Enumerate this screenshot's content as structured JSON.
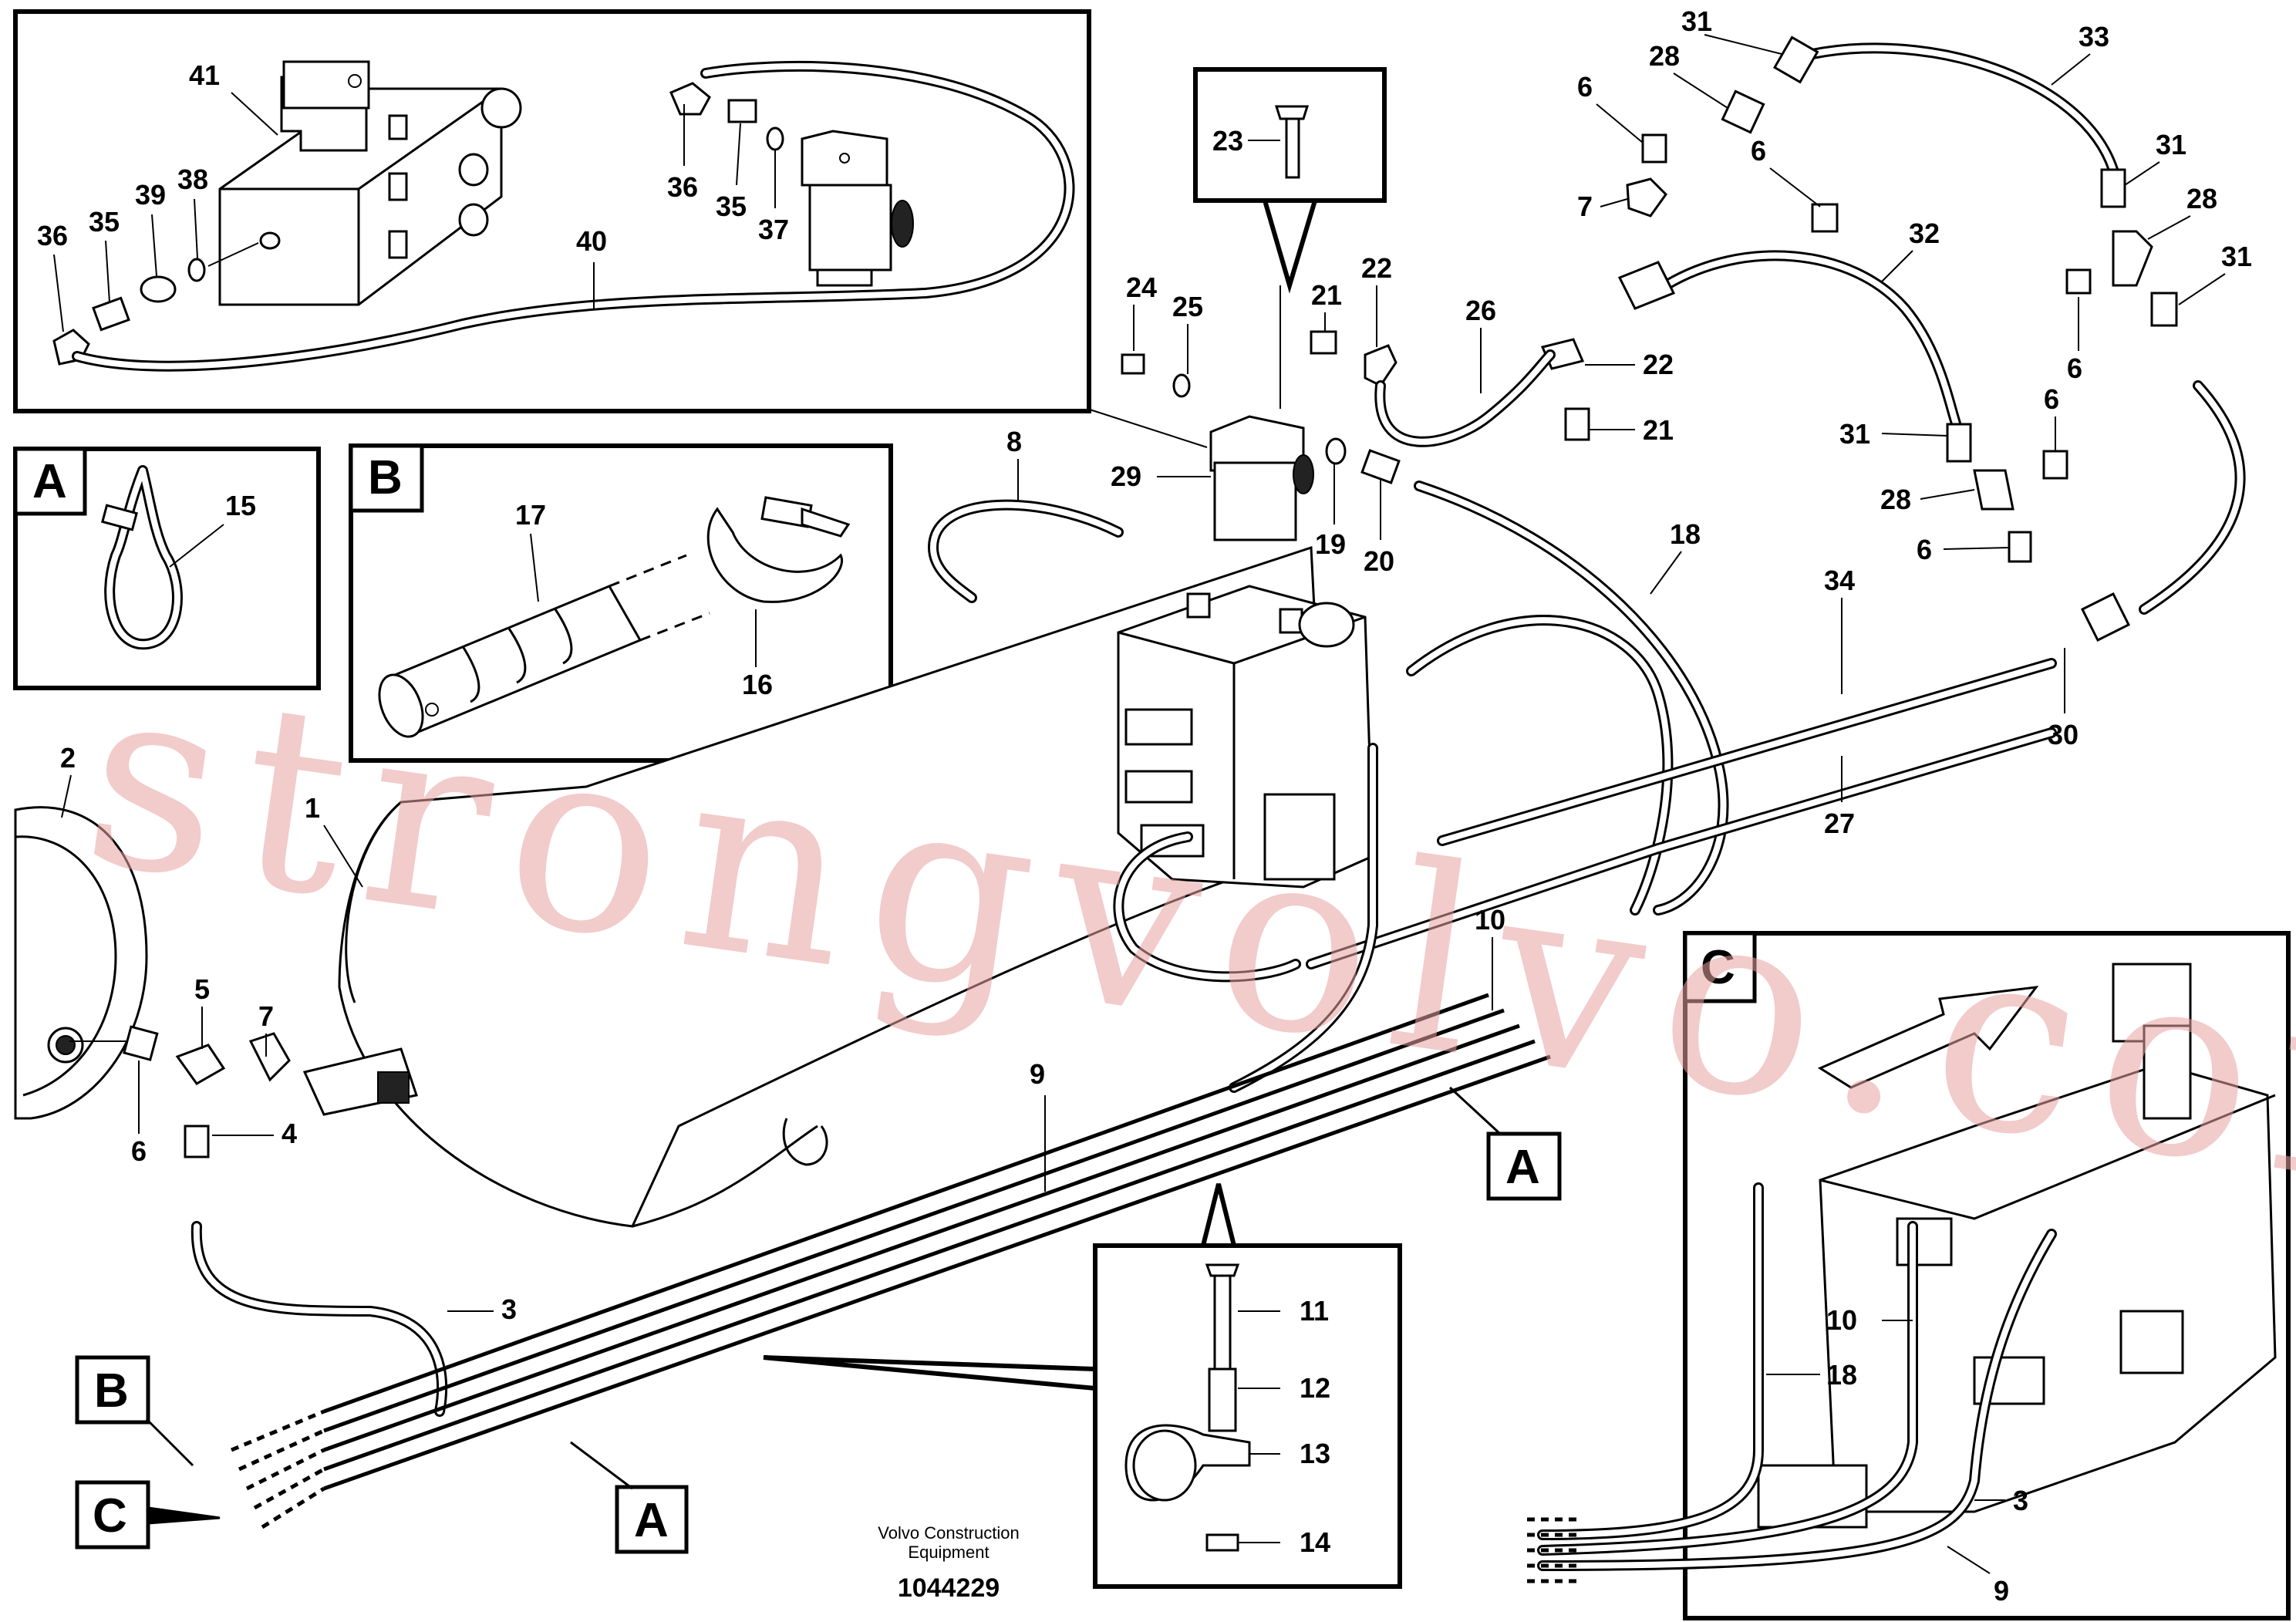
{
  "callouts": {
    "c1": "1",
    "c2": "2",
    "c3a": "3",
    "c3b": "3",
    "c4": "4",
    "c5": "5",
    "c6a": "6",
    "c6b": "6",
    "c6c": "6",
    "c6d": "6",
    "c6e": "6",
    "c6f": "6",
    "c7a": "7",
    "c7b": "7",
    "c8": "8",
    "c9a": "9",
    "c9b": "9",
    "c10a": "10",
    "c10b": "10",
    "c11": "11",
    "c12": "12",
    "c13": "13",
    "c14": "14",
    "c15": "15",
    "c16": "16",
    "c17": "17",
    "c18a": "18",
    "c18b": "18",
    "c19": "19",
    "c20": "20",
    "c21a": "21",
    "c21b": "21",
    "c22a": "22",
    "c22b": "22",
    "c23": "23",
    "c24": "24",
    "c25": "25",
    "c26": "26",
    "c27": "27",
    "c28a": "28",
    "c28b": "28",
    "c28c": "28",
    "c29": "29",
    "c30": "30",
    "c31a": "31",
    "c31b": "31",
    "c31c": "31",
    "c31d": "31",
    "c32": "32",
    "c33": "33",
    "c34": "34",
    "c35a": "35",
    "c35b": "35",
    "c36a": "36",
    "c36b": "36",
    "c37": "37",
    "c38": "38",
    "c39": "39",
    "c40": "40",
    "c41": "41"
  },
  "view_letters": {
    "a_box": "A",
    "b_box": "B",
    "c_box": "C",
    "a_ref1": "A",
    "a_ref2": "A",
    "b_ref": "B",
    "c_ref": "C"
  },
  "footer": {
    "company_line1": "Volvo Construction",
    "company_line2": "Equipment",
    "drawing_number": "1044229"
  },
  "watermark": "strongvolvo.com"
}
